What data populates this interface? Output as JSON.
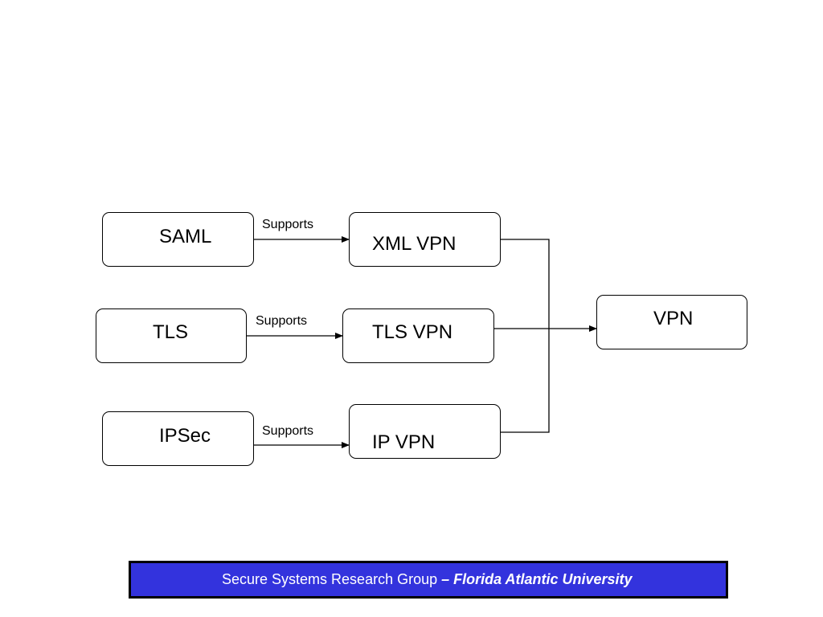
{
  "nodes": {
    "saml": "SAML",
    "tls": "TLS",
    "ipsec": "IPSec",
    "xml_vpn": "XML VPN",
    "tls_vpn": "TLS VPN",
    "ip_vpn": "IP VPN",
    "vpn": "VPN"
  },
  "edges": {
    "saml_to_xml_vpn": "Supports",
    "tls_to_tls_vpn": "Supports",
    "ipsec_to_ip_vpn": "Supports"
  },
  "footer": {
    "group": "Secure Systems Research Group",
    "separator": " – ",
    "university": "Florida Atlantic University"
  }
}
